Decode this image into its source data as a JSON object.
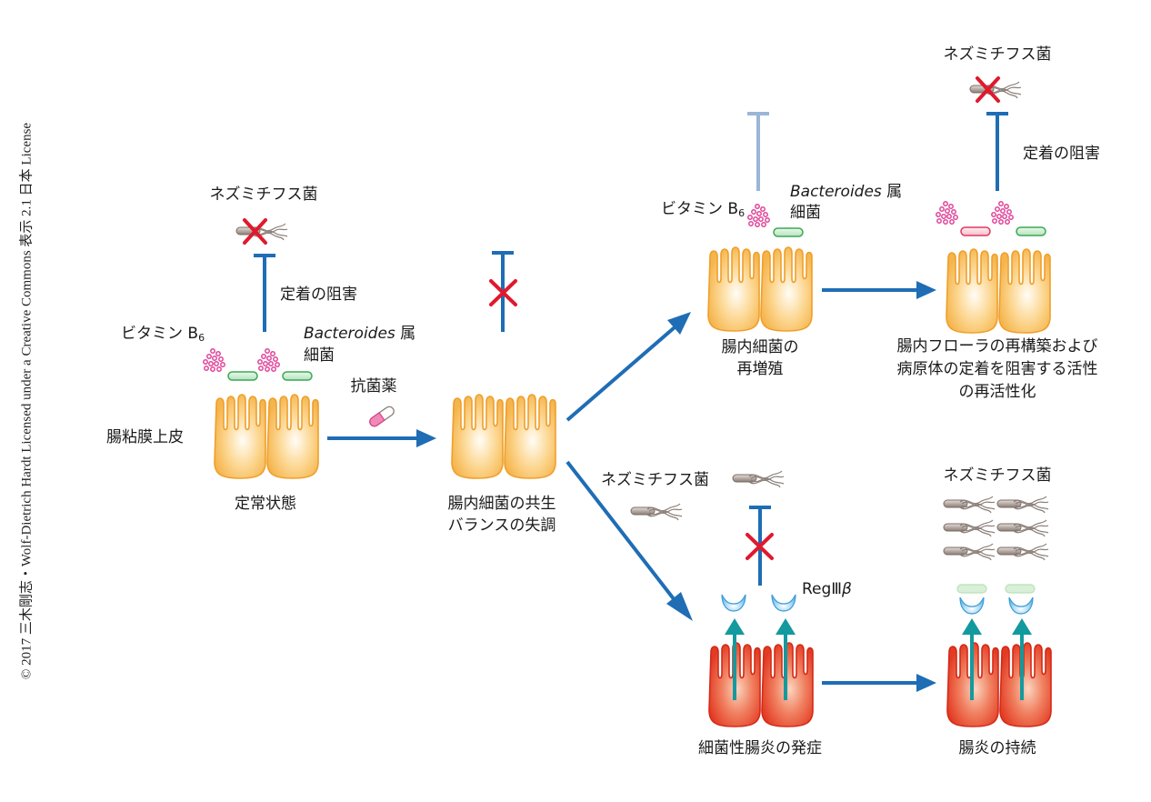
{
  "copyright": "© 2017 三木剛志・Wolf-Dietrich Hardt Licensed under a Creative Commons 表示 2.1 日本 License",
  "colors": {
    "arrow_blue": "#1f6db5",
    "faded_blue": "#9ab6d8",
    "cross_red": "#e0192d",
    "cell_normal": "#f7c46a",
    "cell_inflamed": "#e8442c",
    "vitamin_pink": "#e0449a",
    "bacteroides_green": "#5cbf6b",
    "regiii_teal": "#139a9e",
    "regiii_blue": "#4aa6e0",
    "salmonella_gray": "#8b7f78"
  },
  "stages": {
    "steady": {
      "pathogen": "ネズミチフス菌",
      "inhibition": "定着の阻害",
      "vitamin": "ビタミン B",
      "vitamin_sub": "6",
      "bacteroides_italic": "Bacteroides",
      "bacteroides_genus": " 属",
      "bacteroides_line2": "細菌",
      "epithelium": "腸粘膜上皮",
      "caption": "定常状態"
    },
    "antibiotic": {
      "label": "抗菌薬"
    },
    "dysbiosis": {
      "caption_line1": "腸内細菌の共生",
      "caption_line2": "バランスの失調"
    },
    "regrowth": {
      "vitamin": "ビタミン B",
      "vitamin_sub": "6",
      "bacteroides_italic": "Bacteroides",
      "bacteroides_genus": " 属",
      "bacteroides_line2": "細菌",
      "caption_line1": "腸内細菌の",
      "caption_line2": "再増殖"
    },
    "restored": {
      "pathogen": "ネズミチフス菌",
      "inhibition": "定着の阻害",
      "caption_line1": "腸内フローラの再構築および",
      "caption_line2": "病原体の定着を阻害する活性",
      "caption_line3": "の再活性化"
    },
    "colitis": {
      "pathogen": "ネズミチフス菌",
      "regiii": "RegⅢ",
      "regiii_greek": "β",
      "caption": "細菌性腸炎の発症"
    },
    "persistent": {
      "pathogen": "ネズミチフス菌",
      "caption": "腸炎の持続"
    }
  }
}
